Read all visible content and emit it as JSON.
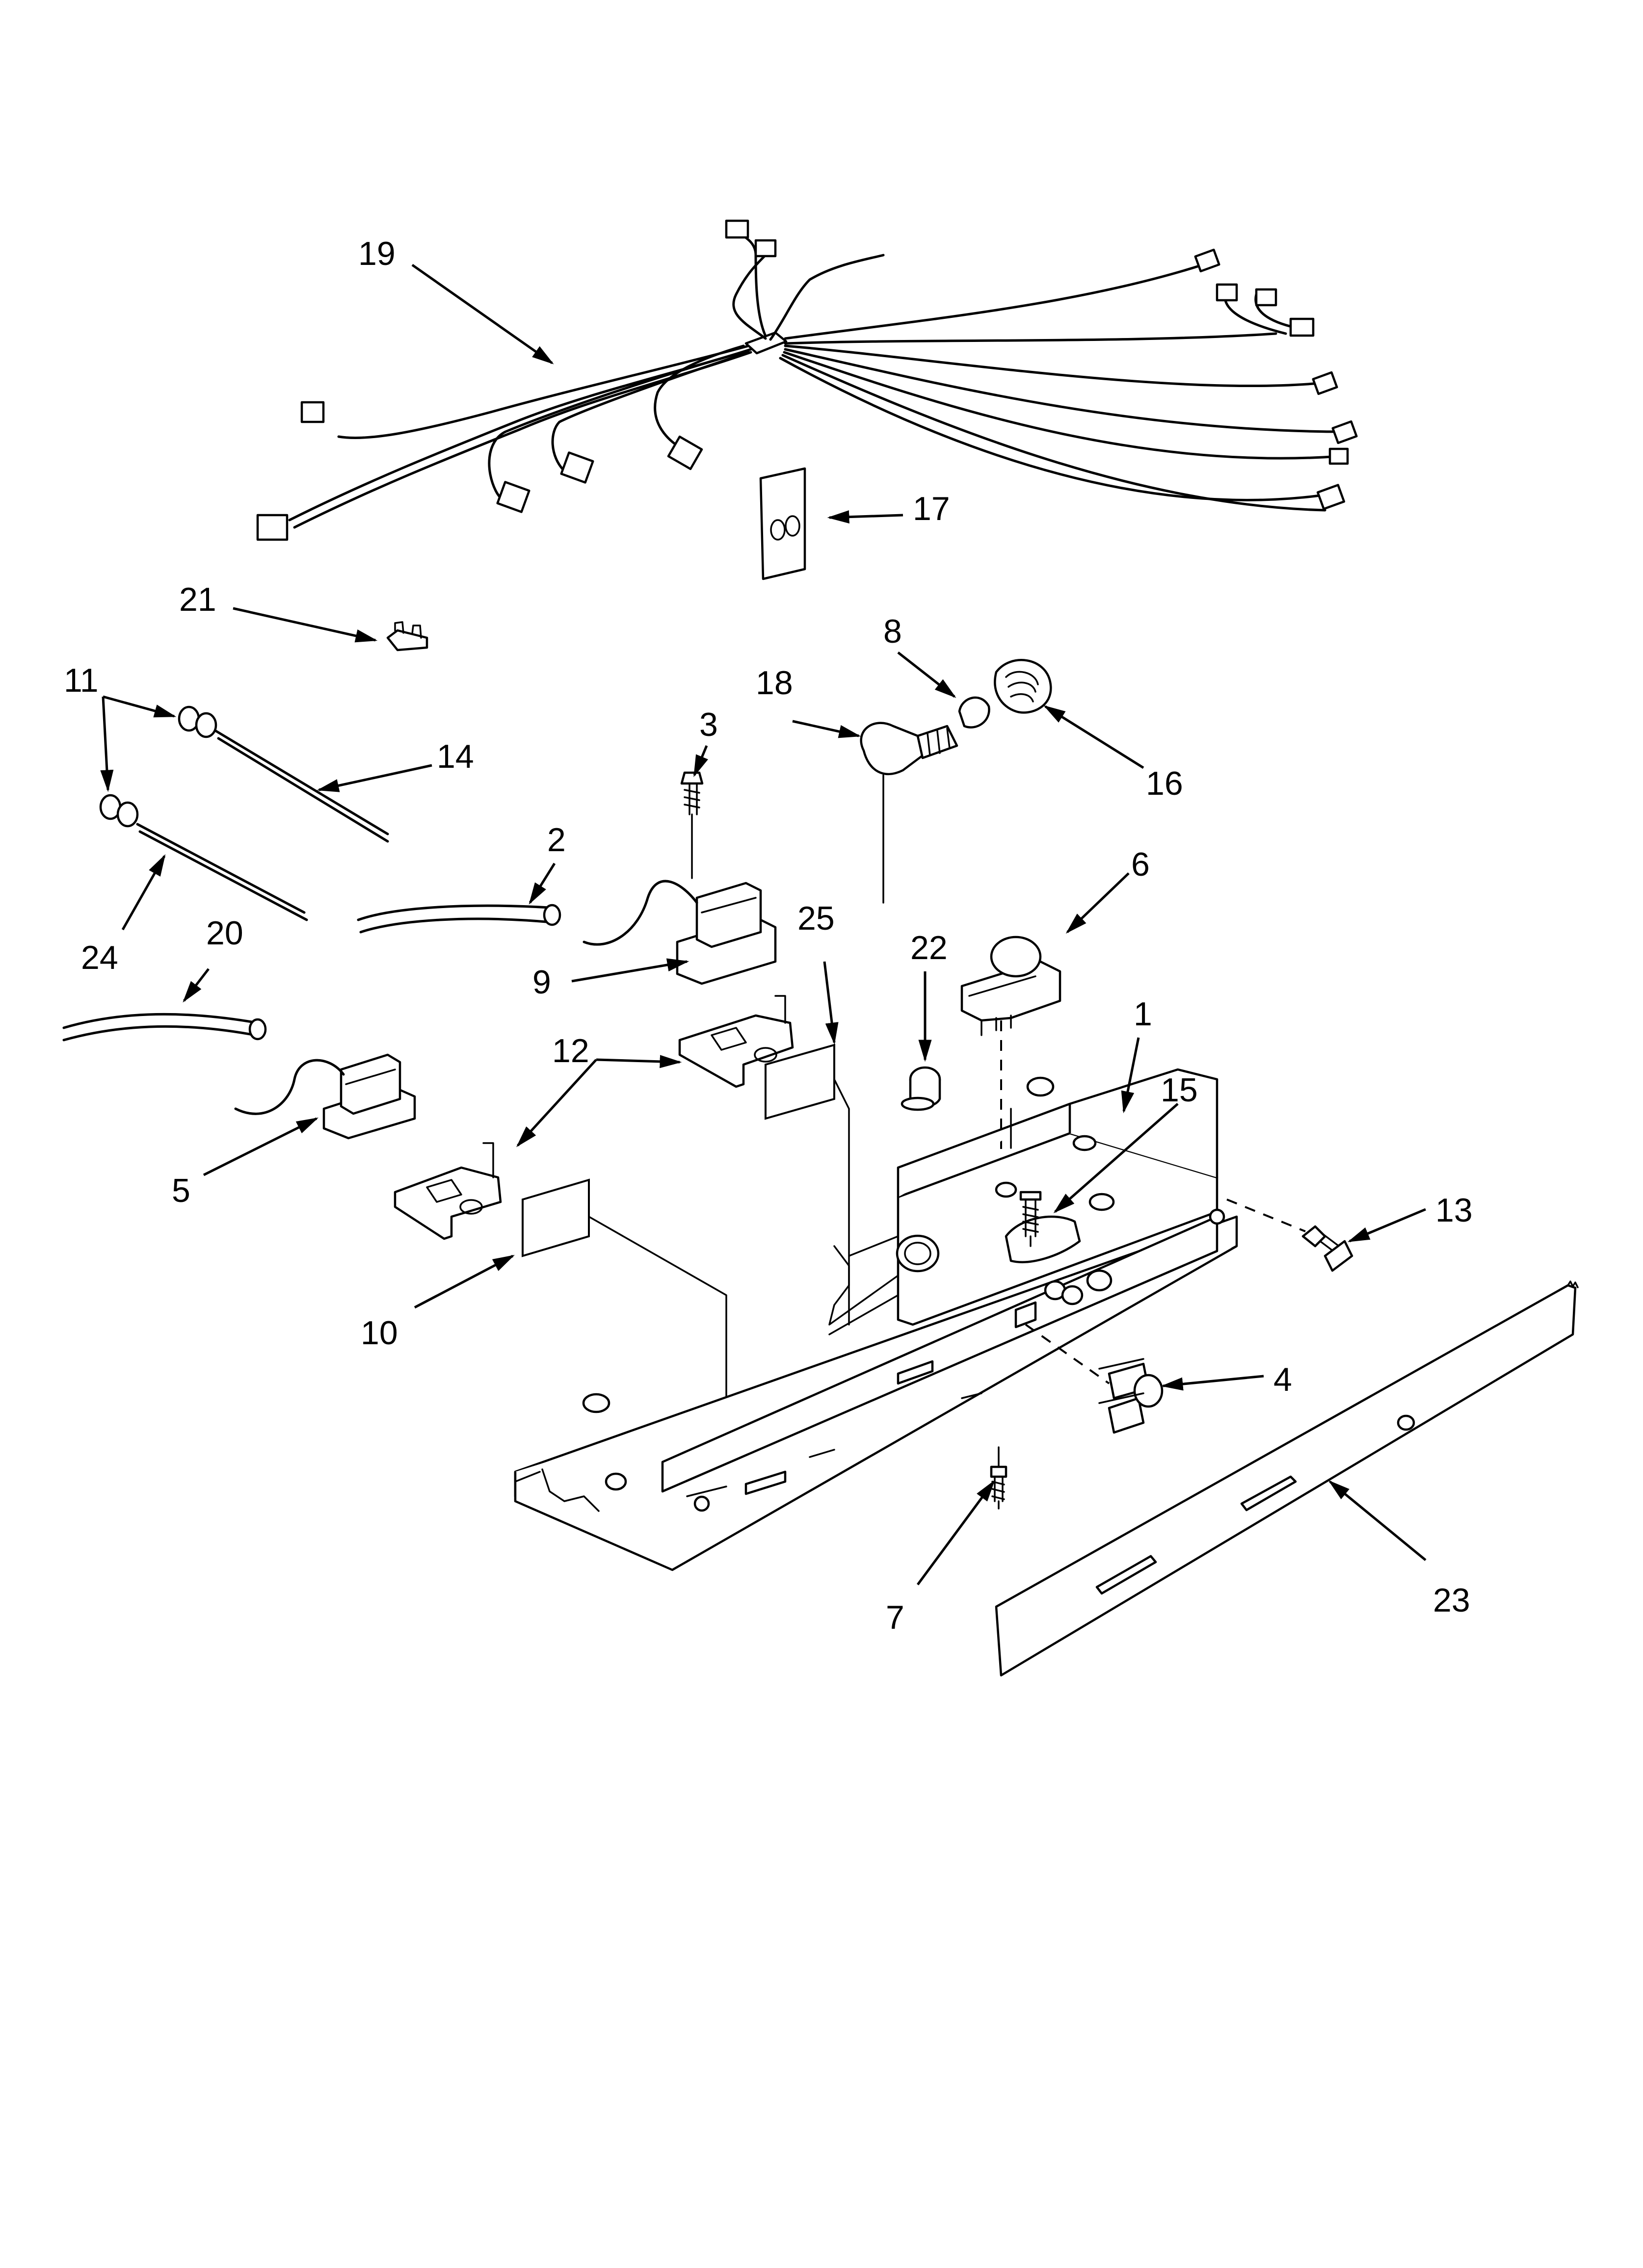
{
  "diagram": {
    "callouts": [
      {
        "id": "1",
        "text": "1"
      },
      {
        "id": "2",
        "text": "2"
      },
      {
        "id": "3",
        "text": "3"
      },
      {
        "id": "4",
        "text": "4"
      },
      {
        "id": "5",
        "text": "5"
      },
      {
        "id": "6",
        "text": "6"
      },
      {
        "id": "7",
        "text": "7"
      },
      {
        "id": "8",
        "text": "8"
      },
      {
        "id": "9",
        "text": "9"
      },
      {
        "id": "10",
        "text": "10"
      },
      {
        "id": "11",
        "text": "11"
      },
      {
        "id": "12",
        "text": "12"
      },
      {
        "id": "13",
        "text": "13"
      },
      {
        "id": "14",
        "text": "14"
      },
      {
        "id": "15",
        "text": "15"
      },
      {
        "id": "16",
        "text": "16"
      },
      {
        "id": "17",
        "text": "17"
      },
      {
        "id": "18",
        "text": "18"
      },
      {
        "id": "19",
        "text": "19"
      },
      {
        "id": "20",
        "text": "20"
      },
      {
        "id": "21",
        "text": "21"
      },
      {
        "id": "22",
        "text": "22"
      },
      {
        "id": "23",
        "text": "23"
      },
      {
        "id": "24",
        "text": "24"
      },
      {
        "id": "25",
        "text": "25"
      }
    ],
    "colors": {
      "line": "#000000",
      "background": "#ffffff"
    }
  }
}
